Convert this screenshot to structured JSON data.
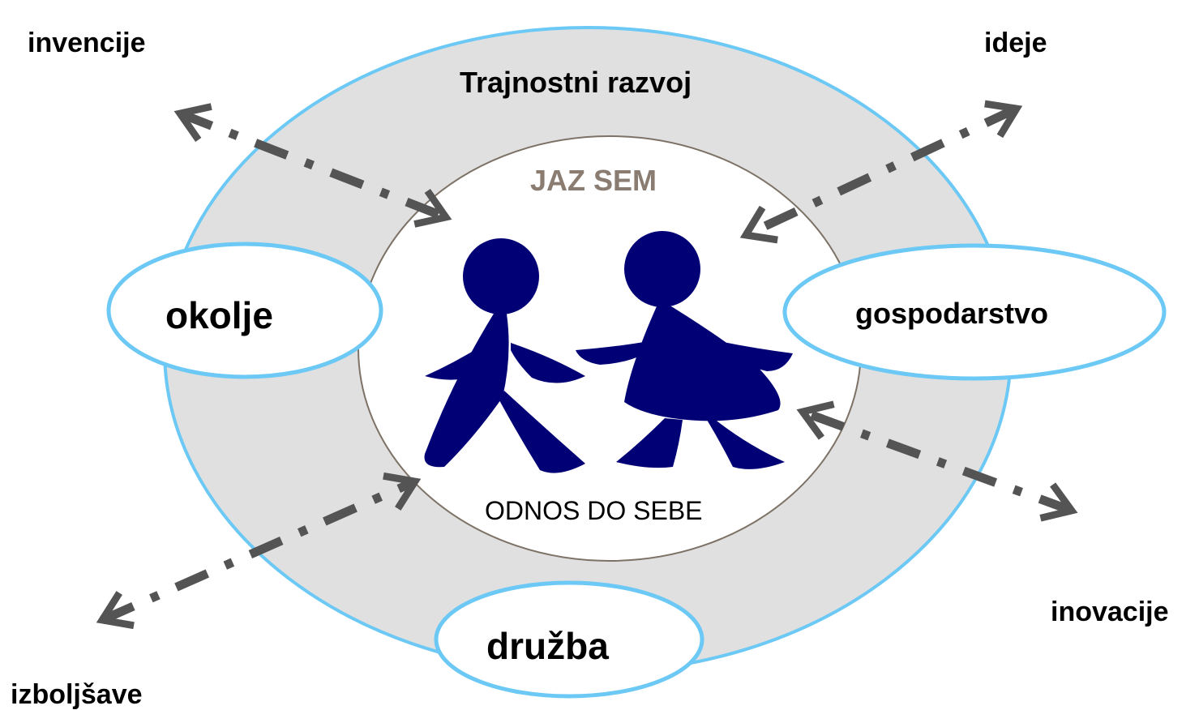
{
  "diagram": {
    "title": "Trajnostni razvoj",
    "center": {
      "heading": "JAZ SEM",
      "caption": "ODNOS DO SEBE"
    },
    "pillars": {
      "left": "okolje",
      "right": "gospodarstvo",
      "bottom": "družba"
    },
    "outer": {
      "top_left": "invencije",
      "top_right": "ideje",
      "bottom_left": "izboljšave",
      "bottom_right": "inovacije"
    },
    "colors": {
      "ring_fill": "#e0e0e0",
      "ring_stroke": "#6cc8f4",
      "inner_stroke": "#7d7266",
      "heading_color": "#8a7c70",
      "figure_color": "#020075",
      "arrow_color": "#545454"
    }
  }
}
